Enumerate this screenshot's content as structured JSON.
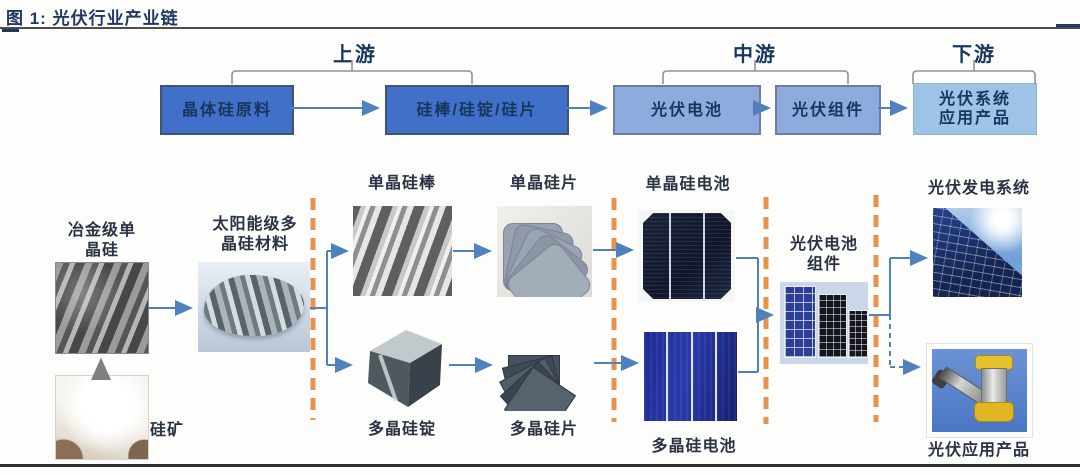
{
  "figure": {
    "label": "图 1:",
    "title": "光伏行业产业链"
  },
  "stages": {
    "upstream": "上游",
    "midstream": "中游",
    "downstream": "下游"
  },
  "chain": {
    "box1": "晶体硅原料",
    "box2": "硅棒/硅锭/硅片",
    "box3": "光伏电池",
    "box4": "光伏组件",
    "box5_line1": "光伏系统",
    "box5_line2": "应用产品"
  },
  "nodes": {
    "met_si_line1": "冶金级单",
    "met_si_line2": "晶硅",
    "ore": "硅矿",
    "solar_poly_line1": "太阳能级多",
    "solar_poly_line2": "晶硅材料",
    "mono_rod": "单晶硅棒",
    "mono_wafer": "单晶硅片",
    "poly_ingot": "多晶硅锭",
    "poly_wafer": "多晶硅片",
    "mono_cell": "单晶硅电池",
    "poly_cell": "多晶硅电池",
    "module_line1": "光伏电池",
    "module_line2": "组件",
    "system": "光伏发电系统",
    "products": "光伏应用产品"
  },
  "images": {
    "met_si": "metallurgical-silicon-photo",
    "ore": "silicon-ore-photo",
    "solar_poly": "solar-grade-polysilicon-photo",
    "mono_rod": "mono-silicon-rod-photo",
    "mono_wafer": "mono-silicon-wafer-photo",
    "poly_ingot": "poly-silicon-ingot-photo",
    "poly_wafer": "poly-silicon-wafer-photo",
    "mono_cell": "mono-silicon-cell-photo",
    "poly_cell": "poly-silicon-cell-photo",
    "module": "pv-module-photo",
    "system": "pv-power-system-photo",
    "products": "pv-application-products-photo"
  },
  "colors": {
    "accent_navy": "#1F3864",
    "box_dark_blue": "#4170C8",
    "box_mid_blue": "#8FAADC",
    "box_light_blue": "#9DC3E6",
    "divider_orange": "#E8924E",
    "arrow_blue": "#4F81BD",
    "rule_dark": "#2F2F2F"
  }
}
